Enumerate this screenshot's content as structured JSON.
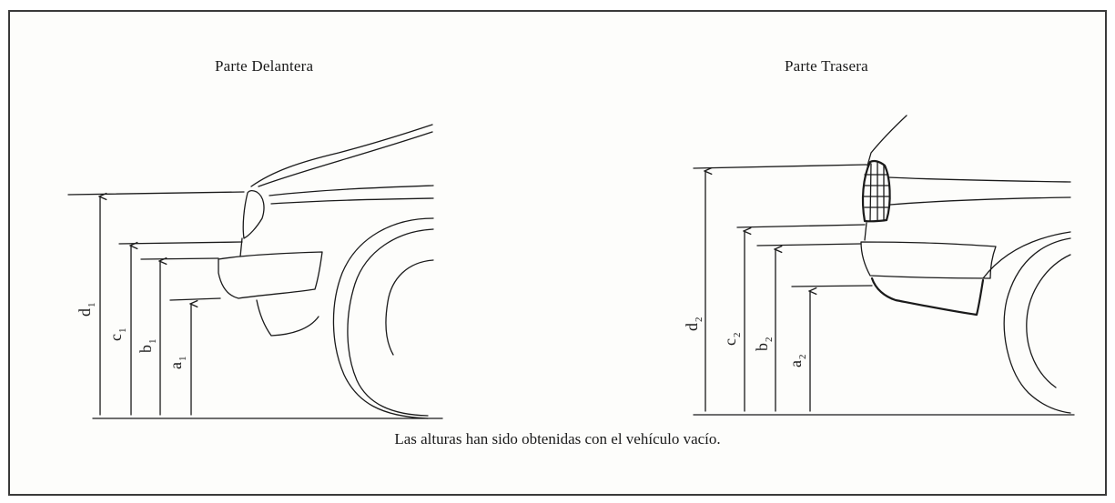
{
  "front": {
    "title": "Parte Delantera",
    "labels": {
      "d": "d",
      "c": "c",
      "b": "b",
      "a": "a"
    },
    "subscript": "1"
  },
  "rear": {
    "title": "Parte Trasera",
    "labels": {
      "d": "d",
      "c": "c",
      "b": "b",
      "a": "a"
    },
    "subscript": "2"
  },
  "caption": "Las alturas han sido obtenidas con el vehículo vacío."
}
